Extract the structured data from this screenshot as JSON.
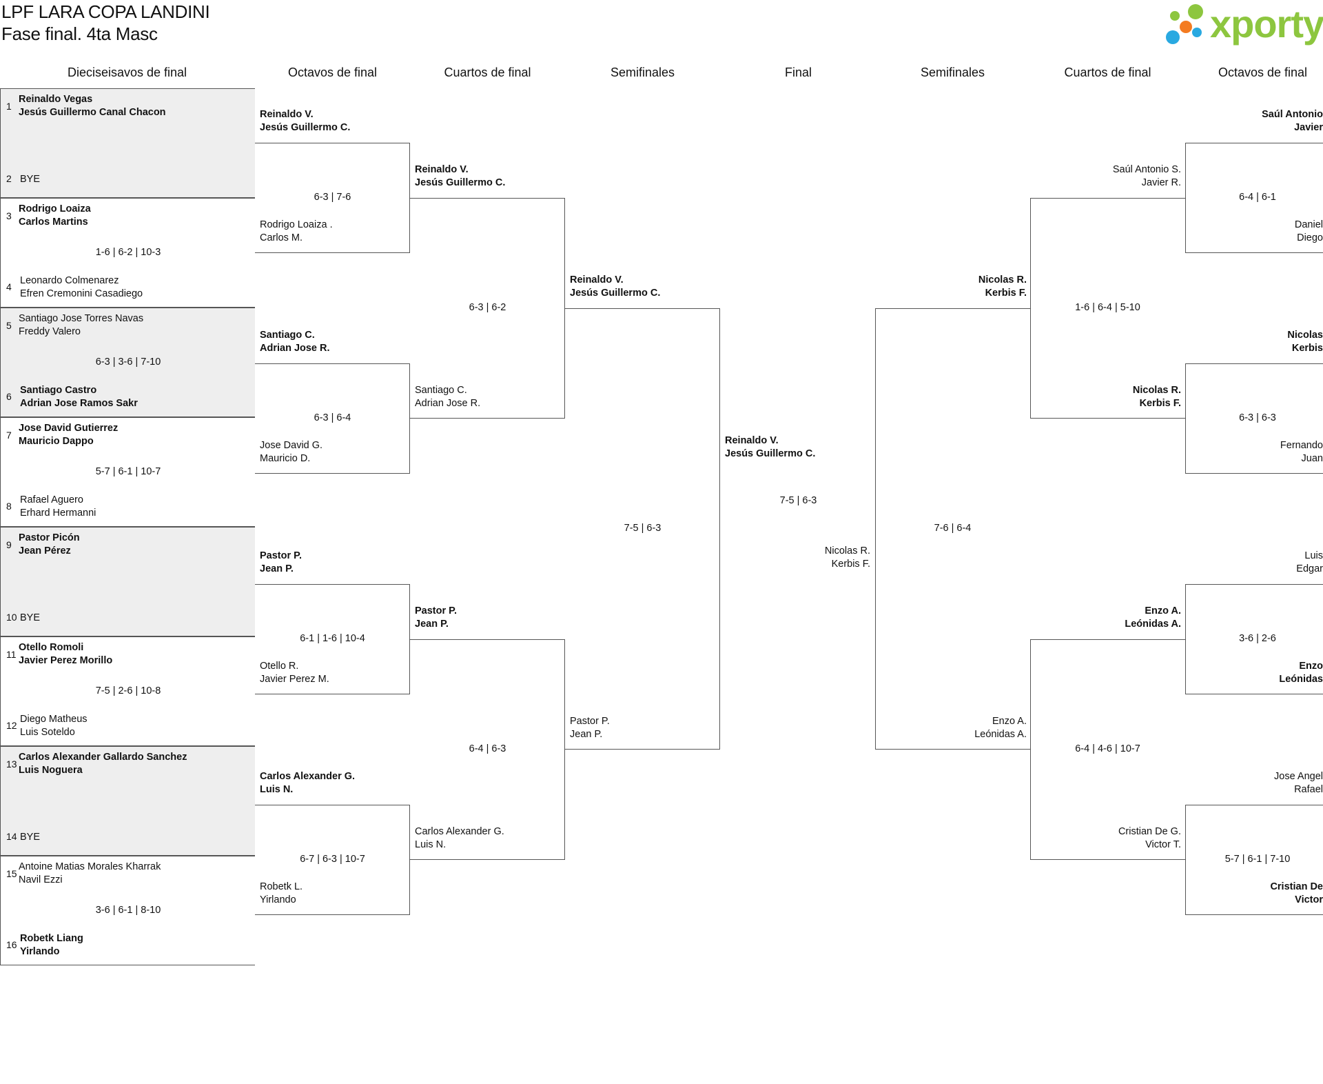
{
  "header": {
    "title": "LPF LARA COPA LANDINI",
    "subtitle": "Fase final. 4ta Masc",
    "logo_text": "xporty",
    "logo_colors": {
      "green": "#8dc63f",
      "blue": "#29a9e1",
      "orange": "#f47b20"
    }
  },
  "rounds": {
    "r32": "Dieciseisavos de final",
    "r16": "Octavos de final",
    "qf": "Cuartos de final",
    "sf": "Semifinales",
    "final": "Final",
    "sf_right": "Semifinales",
    "qf_right": "Cuartos de final",
    "r16_right": "Octavos de final"
  },
  "r32": [
    {
      "seed_a": "1",
      "a1": "Reinaldo Vegas",
      "a2": "Jesús Guillermo Canal Chacon",
      "a_won": true,
      "seed_b": "2",
      "b1": "BYE",
      "b2": "",
      "b_won": false,
      "score": ""
    },
    {
      "seed_a": "3",
      "a1": "Rodrigo Loaiza",
      "a2": "Carlos Martins",
      "a_won": true,
      "seed_b": "4",
      "b1": "Leonardo Colmenarez",
      "b2": "Efren Cremonini Casadiego",
      "b_won": false,
      "score": "1-6 | 6-2 | 10-3"
    },
    {
      "seed_a": "5",
      "a1": "Santiago Jose Torres Navas",
      "a2": "Freddy Valero",
      "a_won": false,
      "seed_b": "6",
      "b1": "Santiago Castro",
      "b2": "Adrian Jose Ramos Sakr",
      "b_won": true,
      "score": "6-3 | 3-6 | 7-10"
    },
    {
      "seed_a": "7",
      "a1": "Jose David Gutierrez",
      "a2": "Mauricio Dappo",
      "a_won": true,
      "seed_b": "8",
      "b1": "Rafael Aguero",
      "b2": "Erhard Hermanni",
      "b_won": false,
      "score": "5-7 | 6-1 | 10-7"
    },
    {
      "seed_a": "9",
      "a1": "Pastor Picón",
      "a2": "Jean Pérez",
      "a_won": true,
      "seed_b": "10",
      "b1": "BYE",
      "b2": "",
      "b_won": false,
      "score": ""
    },
    {
      "seed_a": "11",
      "a1": "Otello Romoli",
      "a2": "Javier Perez Morillo",
      "a_won": true,
      "seed_b": "12",
      "b1": "Diego Matheus",
      "b2": "Luis Soteldo",
      "b_won": false,
      "score": "7-5 | 2-6 | 10-8"
    },
    {
      "seed_a": "13",
      "a1": "Carlos Alexander Gallardo Sanchez",
      "a2": "Luis Noguera",
      "a_won": true,
      "seed_b": "14",
      "b1": "BYE",
      "b2": "",
      "b_won": false,
      "score": ""
    },
    {
      "seed_a": "15",
      "a1": "Antoine Matias Morales Kharrak",
      "a2": "Navil Ezzi",
      "a_won": false,
      "seed_b": "16",
      "b1": "Robetk Liang",
      "b2": "Yirlando",
      "b_won": true,
      "score": "3-6 | 6-1 | 8-10"
    }
  ],
  "r16": [
    {
      "a1": "Reinaldo V.",
      "a2": "Jesús Guillermo C.",
      "a_won": true,
      "b1": "Rodrigo Loaiza .",
      "b2": "Carlos M.",
      "b_won": false,
      "score": "6-3 | 7-6"
    },
    {
      "a1": "Santiago C.",
      "a2": "Adrian Jose R.",
      "a_won": true,
      "b1": "Jose David G.",
      "b2": "Mauricio D.",
      "b_won": false,
      "score": "6-3 | 6-4"
    },
    {
      "a1": "Pastor P.",
      "a2": "Jean P.",
      "a_won": true,
      "b1": "Otello R.",
      "b2": "Javier Perez M.",
      "b_won": false,
      "score": "6-1 | 1-6 | 10-4"
    },
    {
      "a1": "Carlos Alexander G.",
      "a2": "Luis N.",
      "a_won": true,
      "b1": "Robetk L.",
      "b2": "Yirlando",
      "b_won": false,
      "score": "6-7 | 6-3 | 10-7"
    }
  ],
  "qf": [
    {
      "a1": "Reinaldo V.",
      "a2": "Jesús Guillermo C.",
      "a_won": true,
      "b1": "Santiago C.",
      "b2": "Adrian Jose R.",
      "b_won": false,
      "score": "6-3 | 6-2"
    },
    {
      "a1": "Pastor P.",
      "a2": "Jean P.",
      "a_won": true,
      "b1": "Carlos Alexander G.",
      "b2": "Luis N.",
      "b_won": false,
      "score": "6-4 | 6-3"
    }
  ],
  "sf": [
    {
      "a1": "Reinaldo V.",
      "a2": "Jesús Guillermo C.",
      "a_won": true,
      "b1": "Pastor P.",
      "b2": "Jean P.",
      "b_won": false,
      "score": "7-5 | 6-3"
    }
  ],
  "final": {
    "a1": "Reinaldo V.",
    "a2": "Jesús Guillermo C.",
    "a_won": true,
    "b1": "Nicolas R.",
    "b2": "Kerbis F.",
    "b_won": false,
    "score": "7-5 | 6-3"
  },
  "sf_right": [
    {
      "a1": "Nicolas R.",
      "a2": "Kerbis F.",
      "a_won": true,
      "b1": "Enzo A.",
      "b2": "Leónidas A.",
      "b_won": false,
      "score": "7-6 | 6-4"
    }
  ],
  "qf_right": [
    {
      "a1": "Saúl Antonio S.",
      "a2": "Javier R.",
      "a_won": false,
      "b1": "Nicolas R.",
      "b2": "Kerbis F.",
      "b_won": true,
      "score": "1-6 | 6-4 | 5-10"
    },
    {
      "a1": "Enzo A.",
      "a2": "Leónidas A.",
      "a_won": true,
      "b1": "Cristian De G.",
      "b2": "Victor T.",
      "b_won": false,
      "score": "6-4 | 4-6 | 10-7"
    }
  ],
  "r16_right": [
    {
      "a1": "Saúl Antonio",
      "a2": "Javier",
      "a_won": true,
      "b1": "Daniel",
      "b2": "Diego",
      "b_won": false,
      "score": "6-4 | 6-1"
    },
    {
      "a1": "Nicolas",
      "a2": "Kerbis",
      "a_won": true,
      "b1": "Fernando",
      "b2": "Juan",
      "b_won": false,
      "score": "6-3 | 6-3"
    },
    {
      "a1": "Luis",
      "a2": "Edgar",
      "a_won": false,
      "b1": "Enzo",
      "b2": "Leónidas",
      "b_won": true,
      "score": "3-6 | 2-6"
    },
    {
      "a1": "Jose Angel",
      "a2": "Rafael",
      "a_won": false,
      "b1": "Cristian De",
      "b2": "Victor",
      "b_won": true,
      "score": "5-7 | 6-1 | 7-10"
    }
  ]
}
